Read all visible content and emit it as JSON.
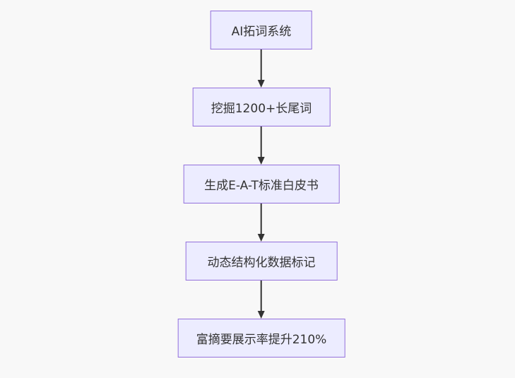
{
  "page": {
    "background_color": "#f8f8f8"
  },
  "flowchart": {
    "type": "flowchart",
    "direction": "top-down",
    "nodes": [
      {
        "label": "AI拓词系统"
      },
      {
        "label": "挖掘1200+长尾词"
      },
      {
        "label": "生成E-A-T标准白皮书"
      },
      {
        "label": "动态结构化数据标记"
      },
      {
        "label": "富摘要展示率提升210%"
      }
    ],
    "edges": [
      {
        "from": 0,
        "to": 1,
        "arrow": "down"
      },
      {
        "from": 1,
        "to": 2,
        "arrow": "down"
      },
      {
        "from": 2,
        "to": 3,
        "arrow": "down"
      },
      {
        "from": 3,
        "to": 4,
        "arrow": "down"
      }
    ],
    "style": {
      "node_fill": "#ECECFF",
      "node_border": "#9370DB",
      "text_color": "#333333",
      "arrow_color": "#333333"
    }
  }
}
